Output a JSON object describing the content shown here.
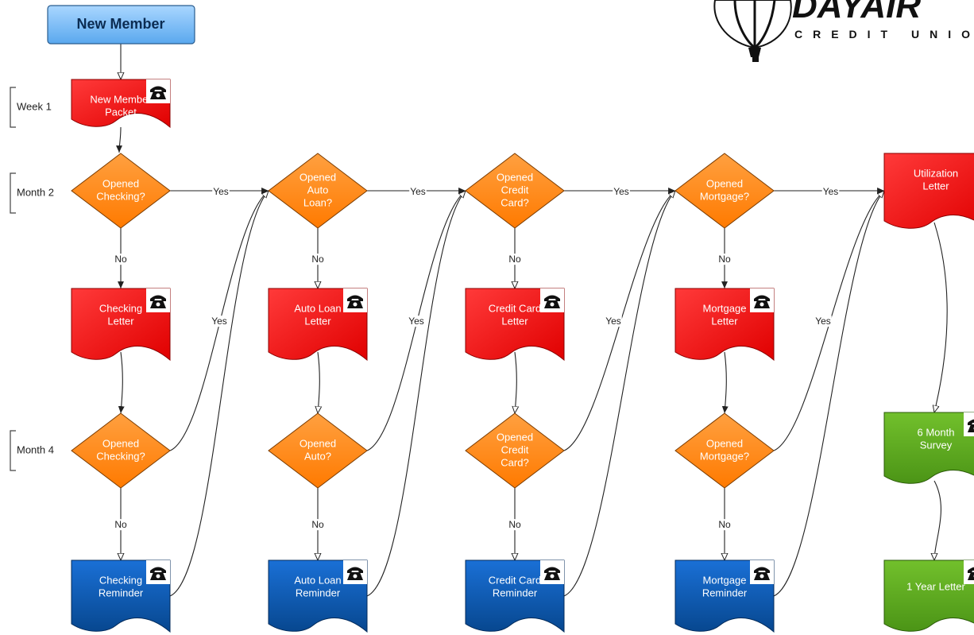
{
  "logo": {
    "brand": "DAYAIR",
    "sub": "CREDIT UNION"
  },
  "colors": {
    "start_fill": "#7fbff5",
    "start_stroke": "#2a5d8f",
    "red_fill": "#ff2020",
    "red_stroke": "#8a0000",
    "orange_fill": "#ff8a1e",
    "orange_stroke": "#7a3b00",
    "blue_fill": "#0d5fc0",
    "blue_stroke": "#022a5a",
    "green_fill": "#5fae20",
    "green_stroke": "#2a5a08",
    "line": "#222222"
  },
  "phases": [
    {
      "label": "Week 1"
    },
    {
      "label": "Month 2"
    },
    {
      "label": "Month 4"
    }
  ],
  "start": {
    "label": "New Member"
  },
  "packet": {
    "lines": [
      "New Member",
      "Packet"
    ],
    "phone": true
  },
  "rows": {
    "month2_decisions": [
      {
        "lines": [
          "Opened",
          "Checking?"
        ]
      },
      {
        "lines": [
          "Opened",
          "Auto",
          "Loan?"
        ]
      },
      {
        "lines": [
          "Opened",
          "Credit",
          "Card?"
        ]
      },
      {
        "lines": [
          "Opened",
          "Mortgage?"
        ]
      }
    ],
    "letters": [
      {
        "lines": [
          "Checking",
          "Letter"
        ],
        "phone": true
      },
      {
        "lines": [
          "Auto Loan",
          "Letter"
        ],
        "phone": true
      },
      {
        "lines": [
          "Credit Card",
          "Letter"
        ],
        "phone": true
      },
      {
        "lines": [
          "Mortgage",
          "Letter"
        ],
        "phone": true
      }
    ],
    "month4_decisions": [
      {
        "lines": [
          "Opened",
          "Checking?"
        ]
      },
      {
        "lines": [
          "Opened",
          "Auto?"
        ]
      },
      {
        "lines": [
          "Opened",
          "Credit",
          "Card?"
        ]
      },
      {
        "lines": [
          "Opened",
          "Mortgage?"
        ]
      }
    ],
    "reminders": [
      {
        "lines": [
          "Checking",
          "Reminder"
        ],
        "phone": true
      },
      {
        "lines": [
          "Auto Loan",
          "Reminder"
        ],
        "phone": true
      },
      {
        "lines": [
          "Credit Card",
          "Reminder"
        ],
        "phone": true
      },
      {
        "lines": [
          "Mortgage",
          "Reminder"
        ],
        "phone": true
      }
    ]
  },
  "utilization": {
    "lines": [
      "Utilization",
      "Letter"
    ]
  },
  "survey": {
    "lines": [
      "6 Month",
      "Survey"
    ],
    "phone": true
  },
  "year_letter": {
    "lines": [
      "1 Year Letter"
    ],
    "phone": true
  },
  "edge_labels": {
    "yes": "Yes",
    "no": "No"
  }
}
